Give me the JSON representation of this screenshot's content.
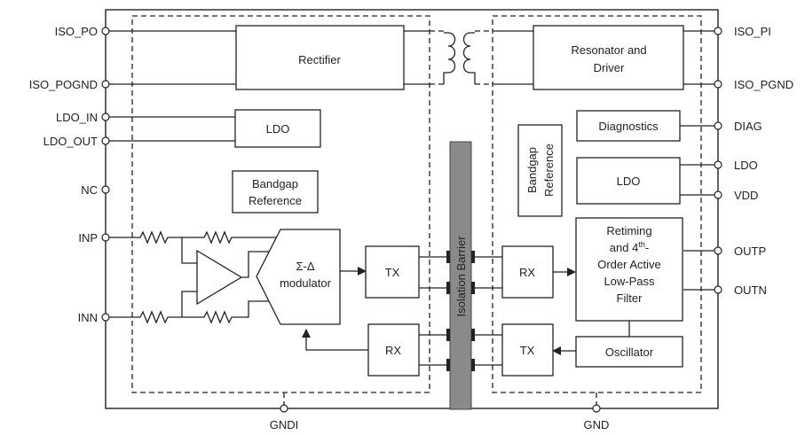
{
  "pins_left": {
    "iso_po": "ISO_PO",
    "iso_pognd": "ISO_POGND",
    "ldo_in": "LDO_IN",
    "ldo_out": "LDO_OUT",
    "nc": "NC",
    "inp": "INP",
    "inn": "INN"
  },
  "pins_right": {
    "iso_pi": "ISO_PI",
    "iso_pgnd": "ISO_PGND",
    "diag": "DIAG",
    "ldo": "LDO",
    "vdd": "VDD",
    "outp": "OUTP",
    "outn": "OUTN"
  },
  "pins_bottom": {
    "gndi": "GNDI",
    "gnd": "GND"
  },
  "blocks": {
    "rectifier": "Rectifier",
    "ldo_left": "LDO",
    "bandgap_left": [
      "Bandgap",
      "Reference"
    ],
    "modulator": [
      "Σ-Δ",
      "modulator"
    ],
    "tx_left": "TX",
    "rx_left": "RX",
    "isolation_barrier": "Isolation Barrier",
    "resonator": [
      "Resonator and",
      "Driver"
    ],
    "diagnostics": "Diagnostics",
    "bandgap_right": [
      "Bandgap",
      "Reference"
    ],
    "ldo_right": "LDO",
    "filter": [
      "Retiming",
      "and 4",
      "th",
      "-",
      "Order Active",
      "Low-Pass",
      "Filter"
    ],
    "rx_right": "RX",
    "tx_right": "TX",
    "oscillator": "Oscillator"
  },
  "colors": {
    "barrier": "#8a8a8a",
    "line": "#222222"
  }
}
